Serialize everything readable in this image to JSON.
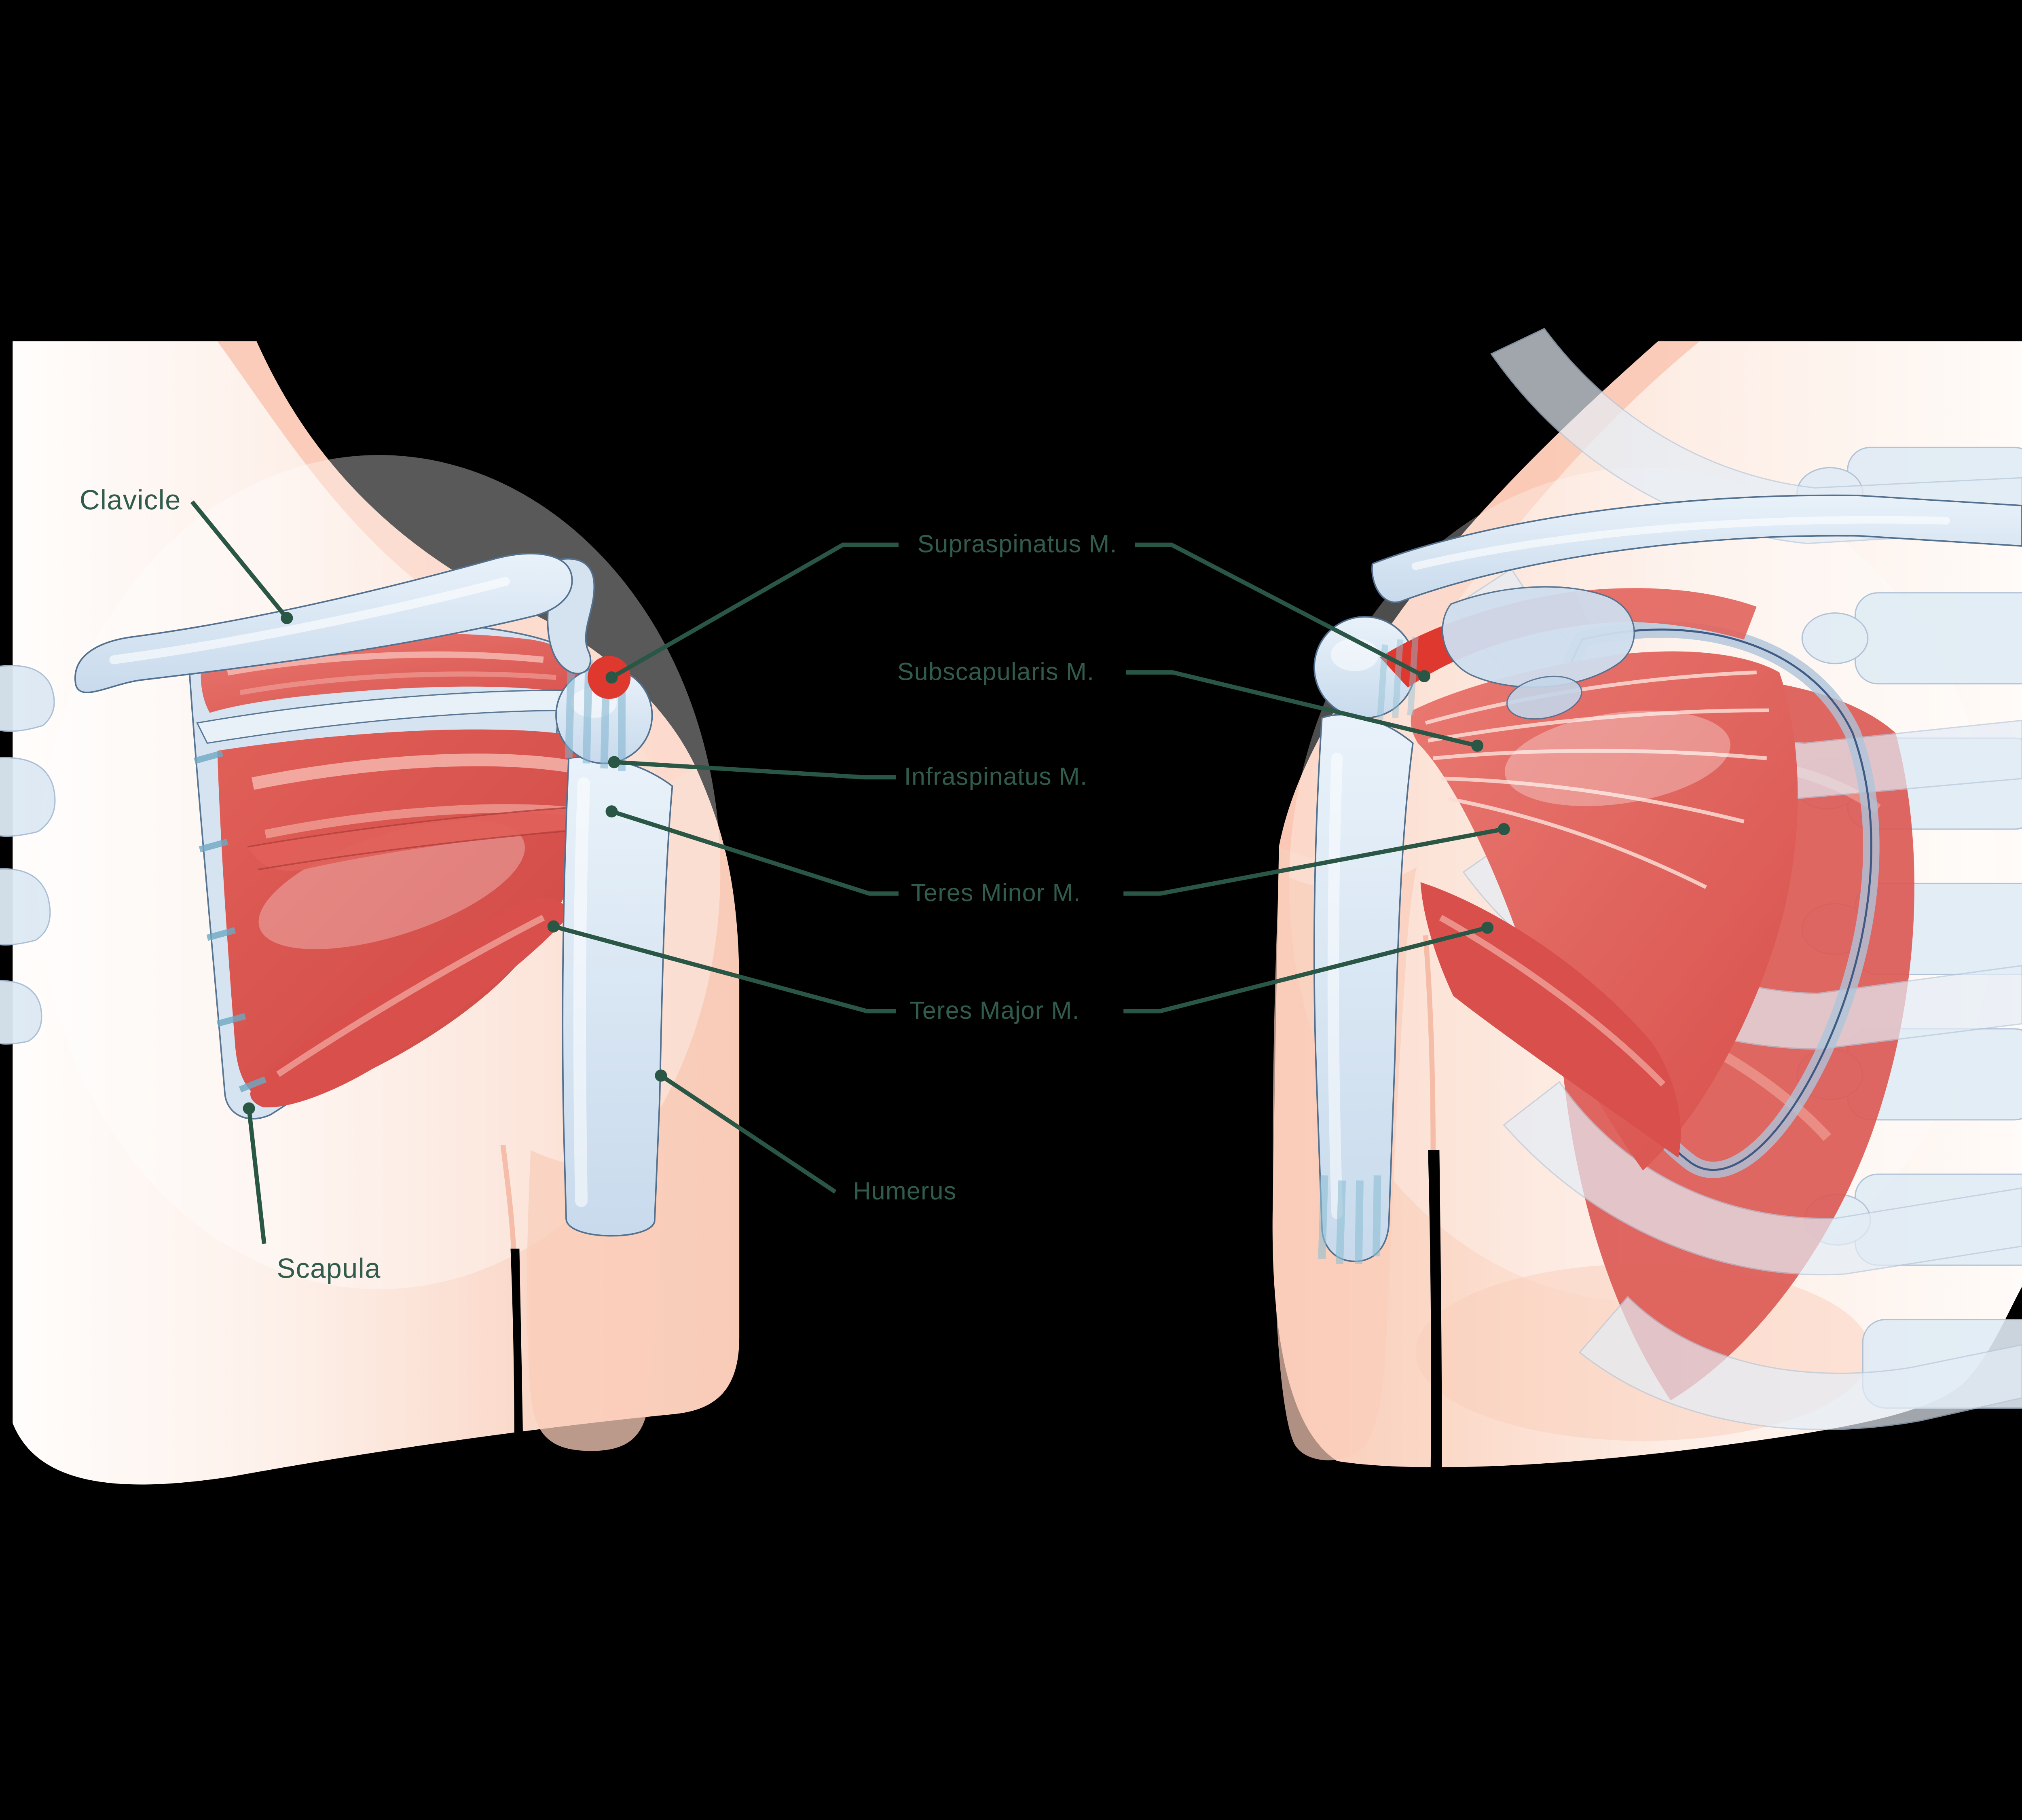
{
  "illustration": {
    "subject": "Rotator cuff shoulder anatomy, two views with labeled structures",
    "background_color": "#000000"
  },
  "colors": {
    "leader_line": "#2a5646",
    "label_text": "#315c4d",
    "muscle_red": "#e2635c",
    "muscle_deep_red": "#d84f4b",
    "muscle_bright_red": "#df392f",
    "bone_fill": "#d9e6f2",
    "bone_outline": "#53718f",
    "cartilage_stripe": "#7fb3cf",
    "skin_peach": "#f9ccb8",
    "panel_white": "#fffdfc"
  },
  "labels": {
    "clavicle": "Clavicle",
    "scapula": "Scapula",
    "supraspinatus": "Supraspinatus M.",
    "subscapularis": "Subscapularis M.",
    "infraspinatus": "Infraspinatus M.",
    "teres_minor": "Teres Minor M.",
    "teres_major": "Teres Major M.",
    "humerus": "Humerus"
  }
}
